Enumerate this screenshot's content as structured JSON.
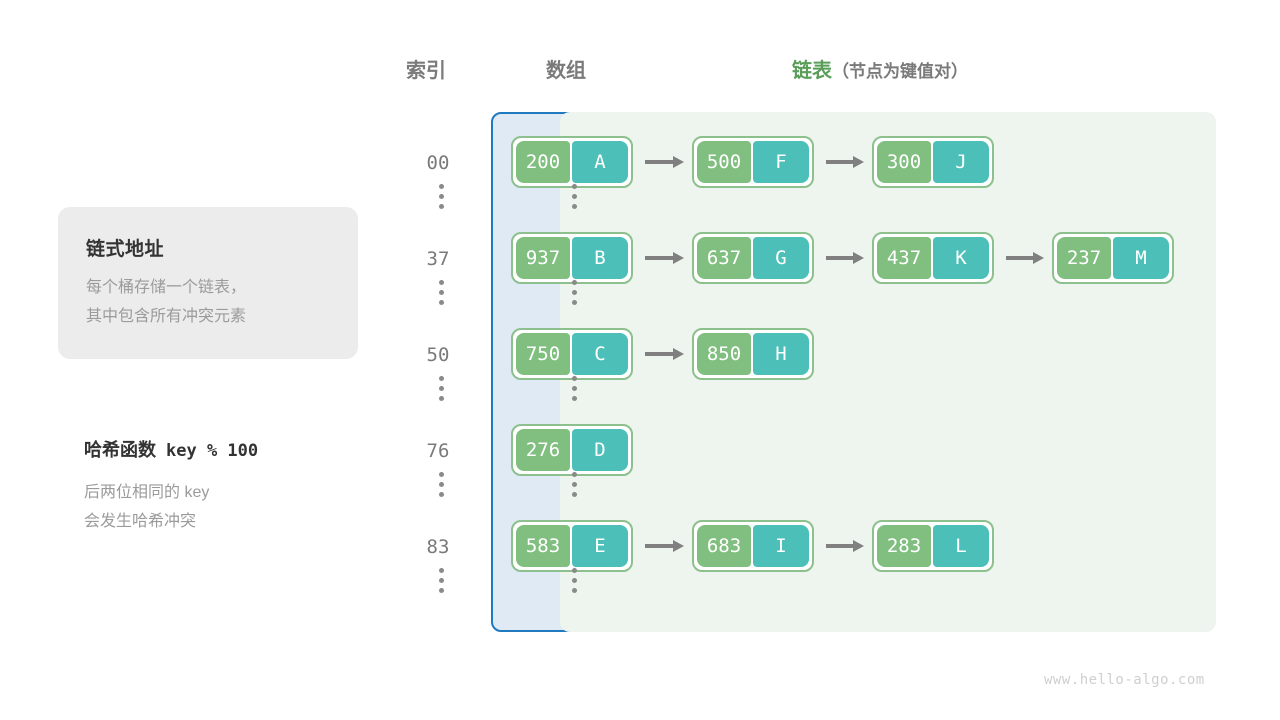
{
  "headers": {
    "index": "索引",
    "array": "数组",
    "list_main": "链表",
    "list_sub": "（节点为键值对）"
  },
  "callout": {
    "title": "链式地址",
    "description": "每个桶存储一个链表，\n其中包含所有冲突元素"
  },
  "hash": {
    "title_label": "哈希函数",
    "title_expr": "key % 100",
    "description": "后两位相同的 key\n会发生哈希冲突"
  },
  "ellipsis_icon": "vertical-ellipsis",
  "rows": [
    {
      "index": "00",
      "bucket": {
        "key": "200",
        "value": "A"
      },
      "chain": [
        {
          "key": "500",
          "value": "F"
        },
        {
          "key": "300",
          "value": "J"
        }
      ]
    },
    {
      "index": "37",
      "bucket": {
        "key": "937",
        "value": "B"
      },
      "chain": [
        {
          "key": "637",
          "value": "G"
        },
        {
          "key": "437",
          "value": "K"
        },
        {
          "key": "237",
          "value": "M"
        }
      ]
    },
    {
      "index": "50",
      "bucket": {
        "key": "750",
        "value": "C"
      },
      "chain": [
        {
          "key": "850",
          "value": "H"
        }
      ]
    },
    {
      "index": "76",
      "bucket": {
        "key": "276",
        "value": "D"
      },
      "chain": []
    },
    {
      "index": "83",
      "bucket": {
        "key": "583",
        "value": "E"
      },
      "chain": [
        {
          "key": "683",
          "value": "I"
        },
        {
          "key": "283",
          "value": "L"
        }
      ]
    }
  ],
  "colors": {
    "key_cell": "#81bf81",
    "value_cell": "#4cc0b8",
    "node_border": "#8cc08c",
    "array_panel_bg": "#dfeaf5",
    "array_panel_border": "#1f7ac0",
    "list_panel_bg": "#eef5ee",
    "arrow": "#808080",
    "accent_green": "#5a9e5a",
    "muted_text": "#9b9b9b"
  },
  "watermark": "www.hello-algo.com"
}
